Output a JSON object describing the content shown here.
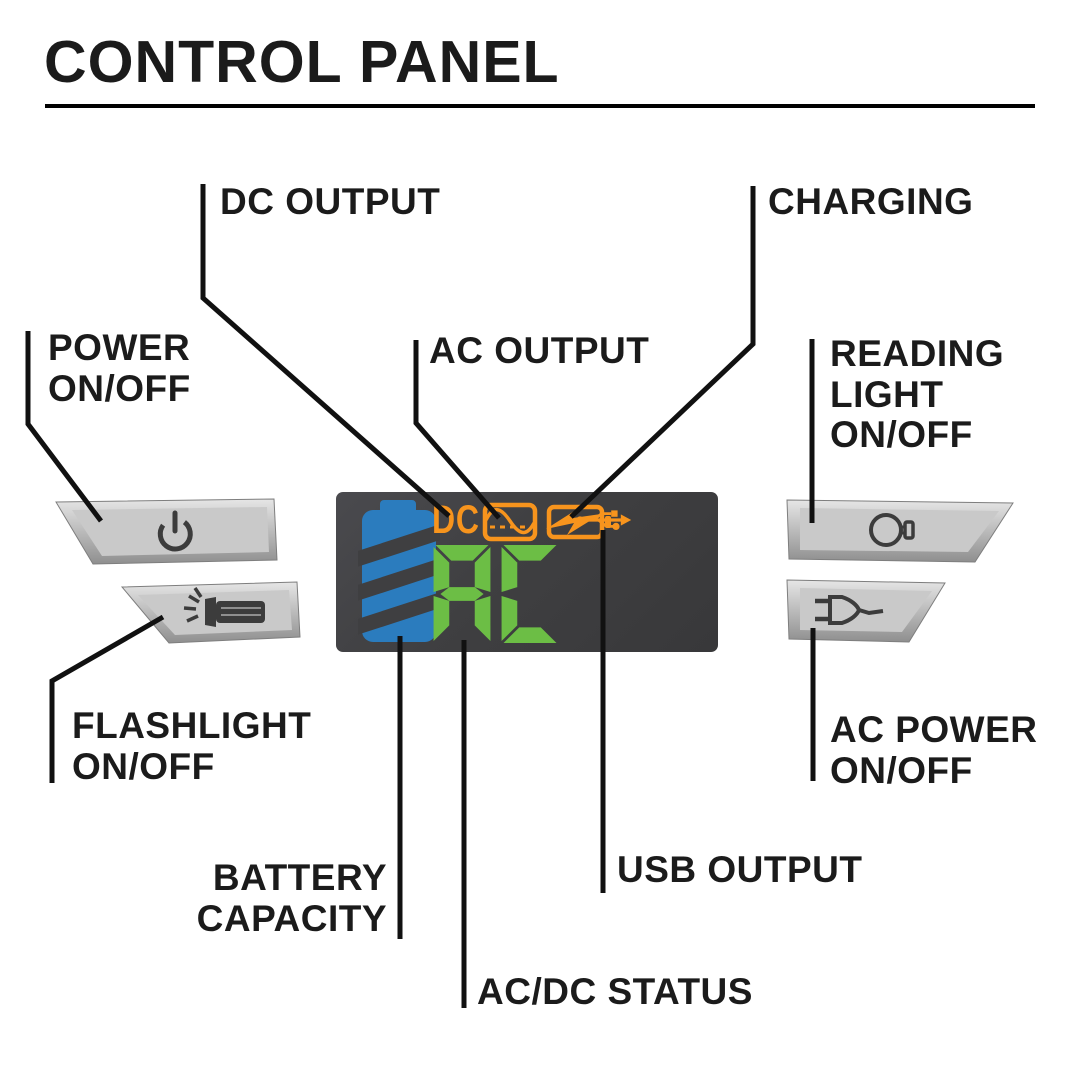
{
  "title": "CONTROL PANEL",
  "colors": {
    "orange": "#F7941D",
    "green": "#6CBE45",
    "blue": "#2B7CBE",
    "display_bg": "#3F3F41",
    "button_face": "#C9C9C9",
    "button_edge": "#9A9A9A",
    "icon_dark": "#3C3C3C",
    "line": "#111111",
    "ink": "#1B1B1B"
  },
  "labels": {
    "dc_output": {
      "lines": [
        "DC OUTPUT"
      ]
    },
    "charging": {
      "lines": [
        "CHARGING"
      ]
    },
    "power": {
      "lines": [
        "POWER",
        "ON/OFF"
      ]
    },
    "ac_output": {
      "lines": [
        "AC OUTPUT"
      ]
    },
    "reading_light": {
      "lines": [
        "READING",
        "LIGHT",
        "ON/OFF"
      ]
    },
    "flashlight": {
      "lines": [
        "FLASHLIGHT",
        "ON/OFF"
      ]
    },
    "ac_power": {
      "lines": [
        "AC POWER",
        "ON/OFF"
      ]
    },
    "battery_capacity": {
      "lines": [
        "BATTERY",
        "CAPACITY"
      ]
    },
    "usb_output": {
      "lines": [
        "USB OUTPUT"
      ]
    },
    "ac_dc_status": {
      "lines": [
        "AC/DC STATUS"
      ]
    }
  },
  "display": {
    "dc_indicator": "DC",
    "status_text": "AC",
    "icons": [
      "battery-capacity-icon",
      "ac-output-icon",
      "charging-icon",
      "usb-icon"
    ]
  },
  "buttons": {
    "power": {
      "icon": "power-icon"
    },
    "flashlight": {
      "icon": "flashlight-icon"
    },
    "reading_light": {
      "icon": "bulb-icon"
    },
    "ac_power": {
      "icon": "plug-icon"
    }
  }
}
